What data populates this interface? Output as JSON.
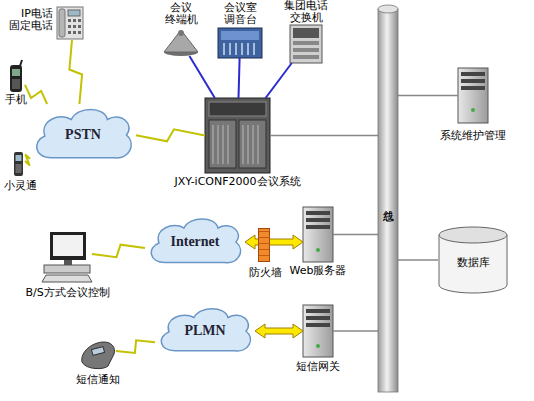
{
  "diagram": {
    "nodes": [
      {
        "text": [
          "IP电话 固定电话"
        ]
      },
      {
        "text": [
          "会议 终端机"
        ]
      },
      {
        "text": [
          "会议室 调音台"
        ]
      },
      {
        "text": [
          "集团电话 交换机"
        ]
      },
      {
        "text": [
          "手机"
        ]
      },
      {
        "text": [
          "PSTN"
        ]
      },
      {
        "text": [
          "小灵通"
        ]
      },
      {
        "text": [
          "JXY-iCONF2000会议系统"
        ]
      },
      {
        "text": [
          "系统维护管理"
        ]
      },
      {
        "text": [
          "总线"
        ]
      },
      {
        "text": [
          "Internet"
        ]
      },
      {
        "text": [
          "B/S方式会议控制"
        ]
      },
      {
        "text": [
          "防火墙"
        ]
      },
      {
        "text": [
          "Web服务器"
        ]
      },
      {
        "text": [
          "数据库"
        ]
      },
      {
        "text": [
          "PLMN"
        ]
      },
      {
        "text": [
          "短信通知"
        ]
      },
      {
        "text": [
          "短信网关"
        ]
      }
    ],
    "edges": [
      {
        "from": 0,
        "to": 5,
        "arrow": "none"
      },
      {
        "from": 4,
        "to": 5,
        "arrow": "none"
      },
      {
        "from": 6,
        "to": 5,
        "arrow": "none"
      },
      {
        "from": 5,
        "to": 7,
        "arrow": "none"
      },
      {
        "from": 1,
        "to": 7,
        "arrow": "none"
      },
      {
        "from": 2,
        "to": 7,
        "arrow": "none"
      },
      {
        "from": 3,
        "to": 7,
        "arrow": "none"
      },
      {
        "from": 7,
        "to": 9,
        "arrow": "none"
      },
      {
        "from": 8,
        "to": 9,
        "arrow": "none"
      },
      {
        "from": 11,
        "to": 10,
        "arrow": "none"
      },
      {
        "from": 10,
        "to": 13,
        "arrow": "both"
      },
      {
        "from": 13,
        "to": 9,
        "arrow": "none"
      },
      {
        "from": 14,
        "to": 9,
        "arrow": "none"
      },
      {
        "from": 16,
        "to": 15,
        "arrow": "none"
      },
      {
        "from": 15,
        "to": 17,
        "arrow": "both"
      },
      {
        "from": 17,
        "to": 9,
        "arrow": "none"
      }
    ]
  }
}
